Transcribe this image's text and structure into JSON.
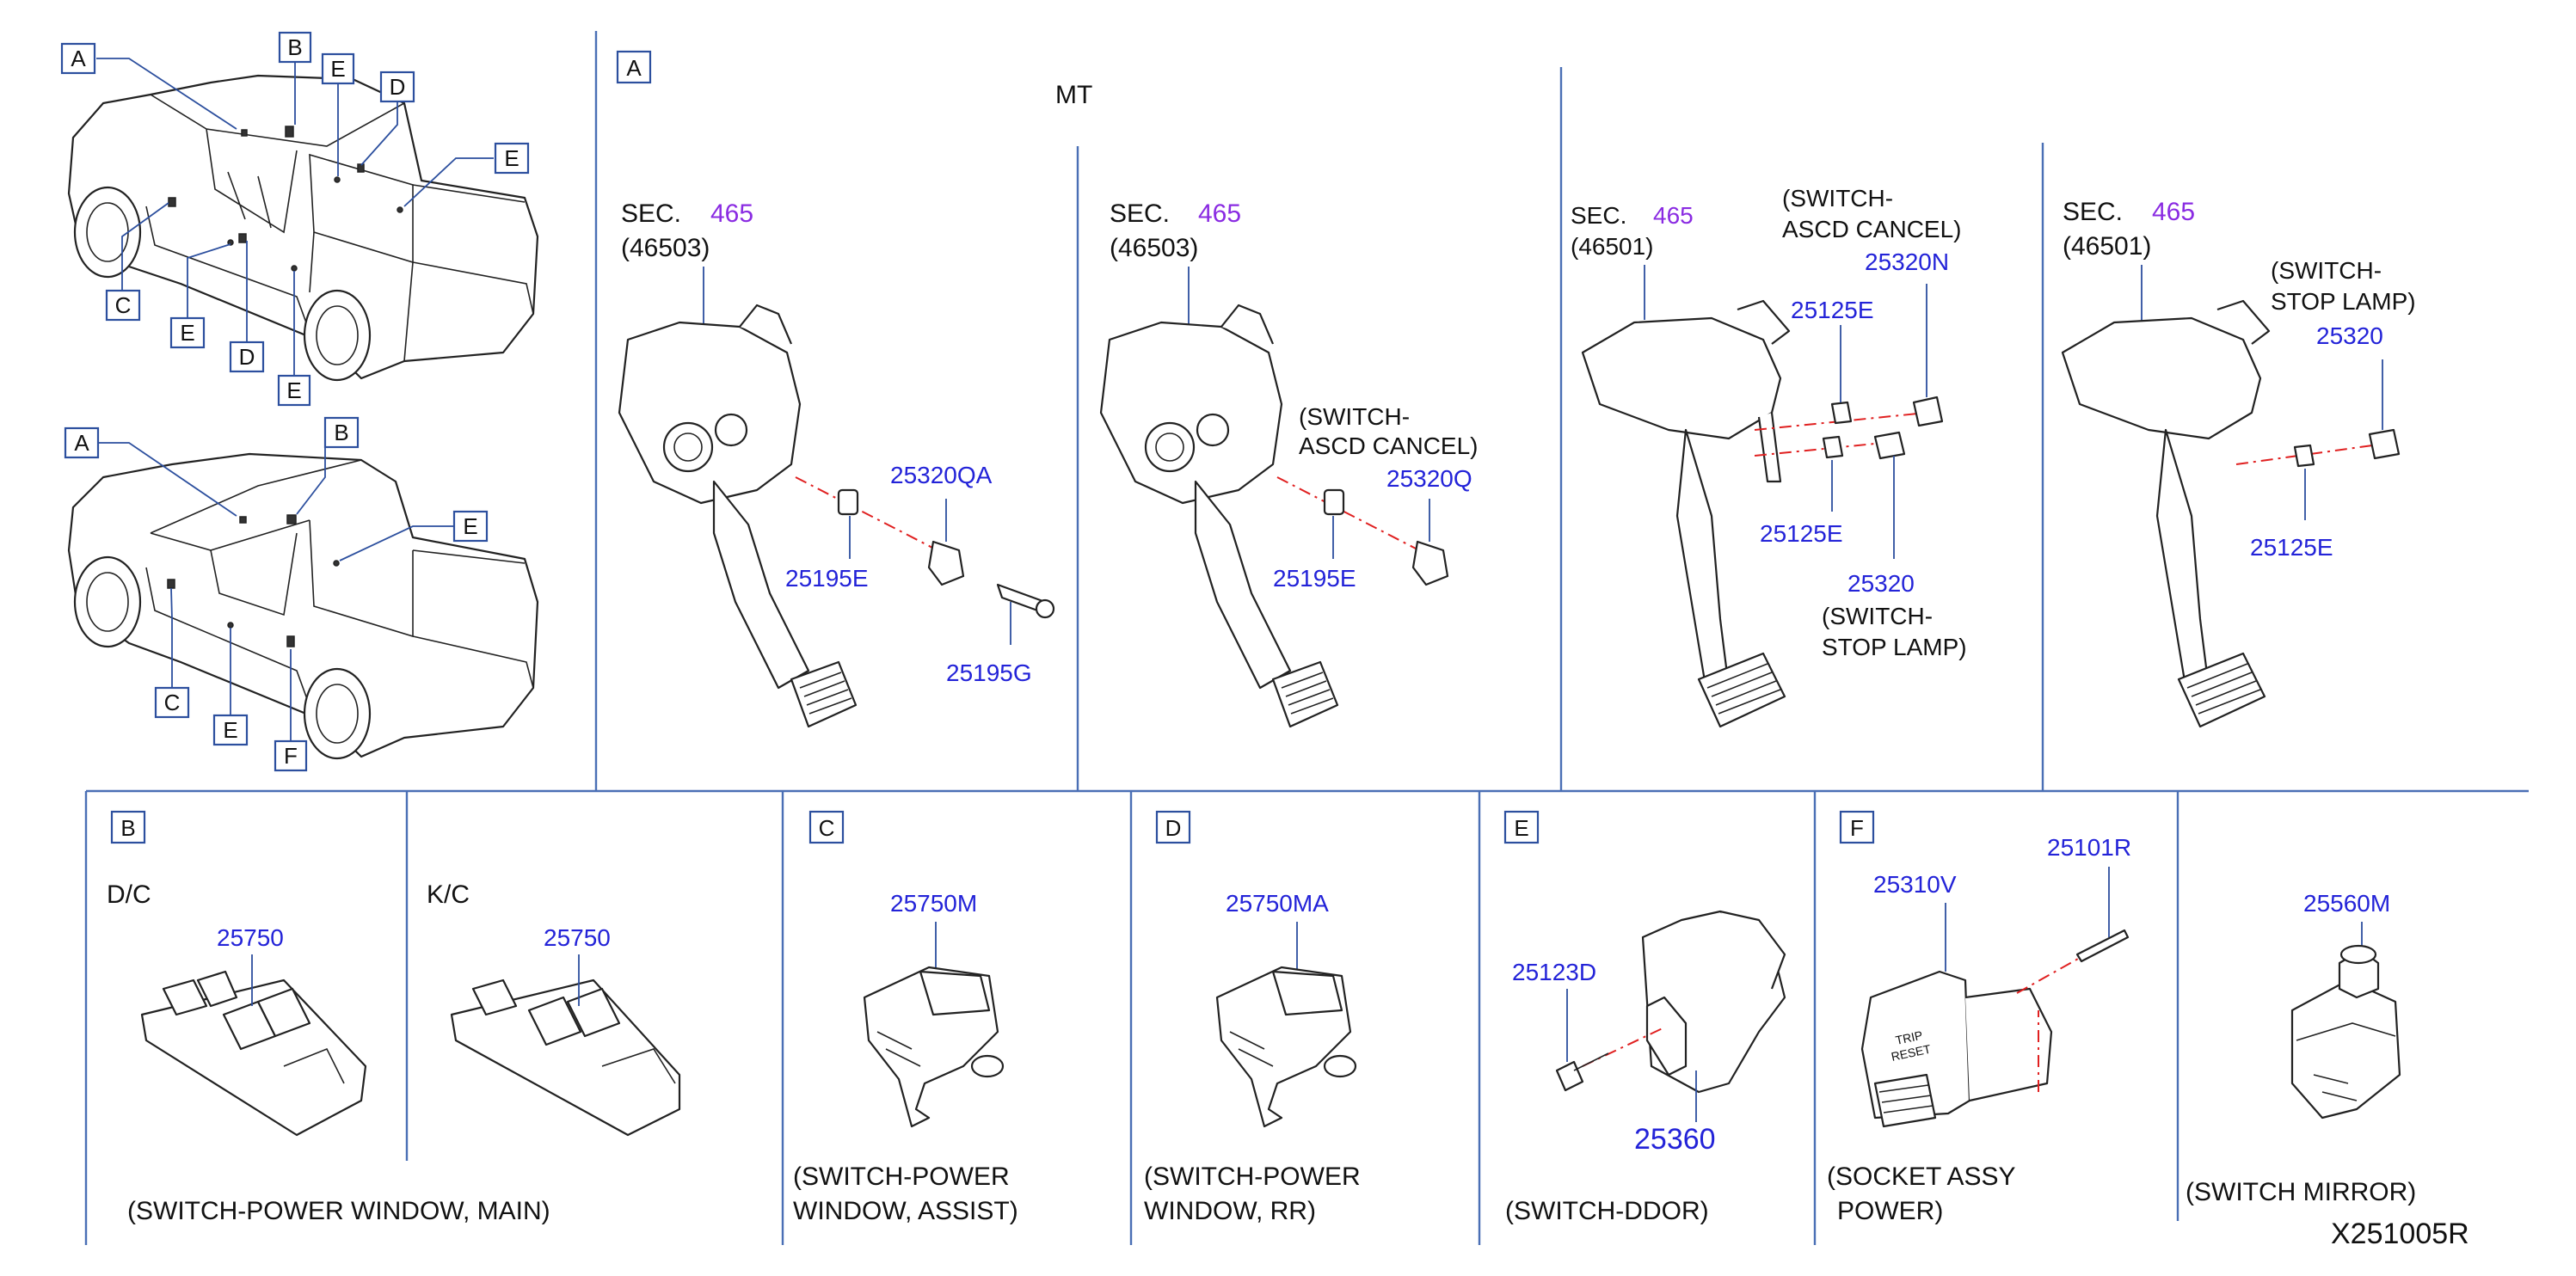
{
  "diagram_code": "X251005R",
  "vehicle_views": {
    "top_callouts": [
      "A",
      "B",
      "E",
      "D",
      "E",
      "C",
      "E",
      "D",
      "E"
    ],
    "bottom_callouts": [
      "A",
      "B",
      "E",
      "C",
      "E",
      "F"
    ]
  },
  "section_A": {
    "tag": "A",
    "heading": "MT",
    "panel1": {
      "sec_label": "SEC.",
      "sec_num": "465",
      "sub": "(46503)",
      "parts": [
        "25320QA",
        "25195E",
        "25195G"
      ]
    },
    "panel2": {
      "sec_label": "SEC.",
      "sec_num": "465",
      "sub": "(46503)",
      "note1": "(SWITCH-",
      "note2": "ASCD   CANCEL)",
      "parts": [
        "25320Q",
        "25195E"
      ]
    },
    "panel3": {
      "sec_label": "SEC.",
      "sec_num": "465",
      "sub": "(46501)",
      "note1": "(SWITCH-",
      "note2": "ASCD   CANCEL)",
      "parts": [
        "25320N",
        "25125E",
        "25125E",
        "25320"
      ],
      "note3": "(SWITCH-",
      "note4": "STOP   LAMP)"
    },
    "panel4": {
      "sec_label": "SEC.",
      "sec_num": "465",
      "sub": "(46501)",
      "note1": "(SWITCH-",
      "note2": "STOP   LAMP)",
      "parts": [
        "25320",
        "25125E"
      ]
    }
  },
  "section_B": {
    "tag": "B",
    "dc_label": "D/C",
    "kc_label": "K/C",
    "part_dc": "25750",
    "part_kc": "25750",
    "caption": "(SWITCH-POWER   WINDOW,   MAIN)"
  },
  "section_C": {
    "tag": "C",
    "part": "25750M",
    "caption1": "(SWITCH-POWER",
    "caption2": "WINDOW,   ASSIST)"
  },
  "section_D": {
    "tag": "D",
    "part": "25750MA",
    "caption1": "(SWITCH-POWER",
    "caption2": "WINDOW,   RR)"
  },
  "section_E": {
    "tag": "E",
    "part_screw": "25123D",
    "part_main": "25360",
    "caption": "(SWITCH-DDOR)"
  },
  "section_F": {
    "tag": "F",
    "part_socket": "25310V",
    "part_rivet": "25101R",
    "button_text1": "TRIP",
    "button_text2": "RESET",
    "caption1": "(SOCKET   ASSY",
    "caption2": "POWER)"
  },
  "section_mirror": {
    "part": "25560M",
    "caption": "(SWITCH   MIRROR)"
  },
  "colors": {
    "part_number": "#2323d8",
    "section_ref": "#8a2be2",
    "divider": "#4a6fb5",
    "callout_box": "#2c4f9e",
    "leader_dash": "#e02020"
  }
}
